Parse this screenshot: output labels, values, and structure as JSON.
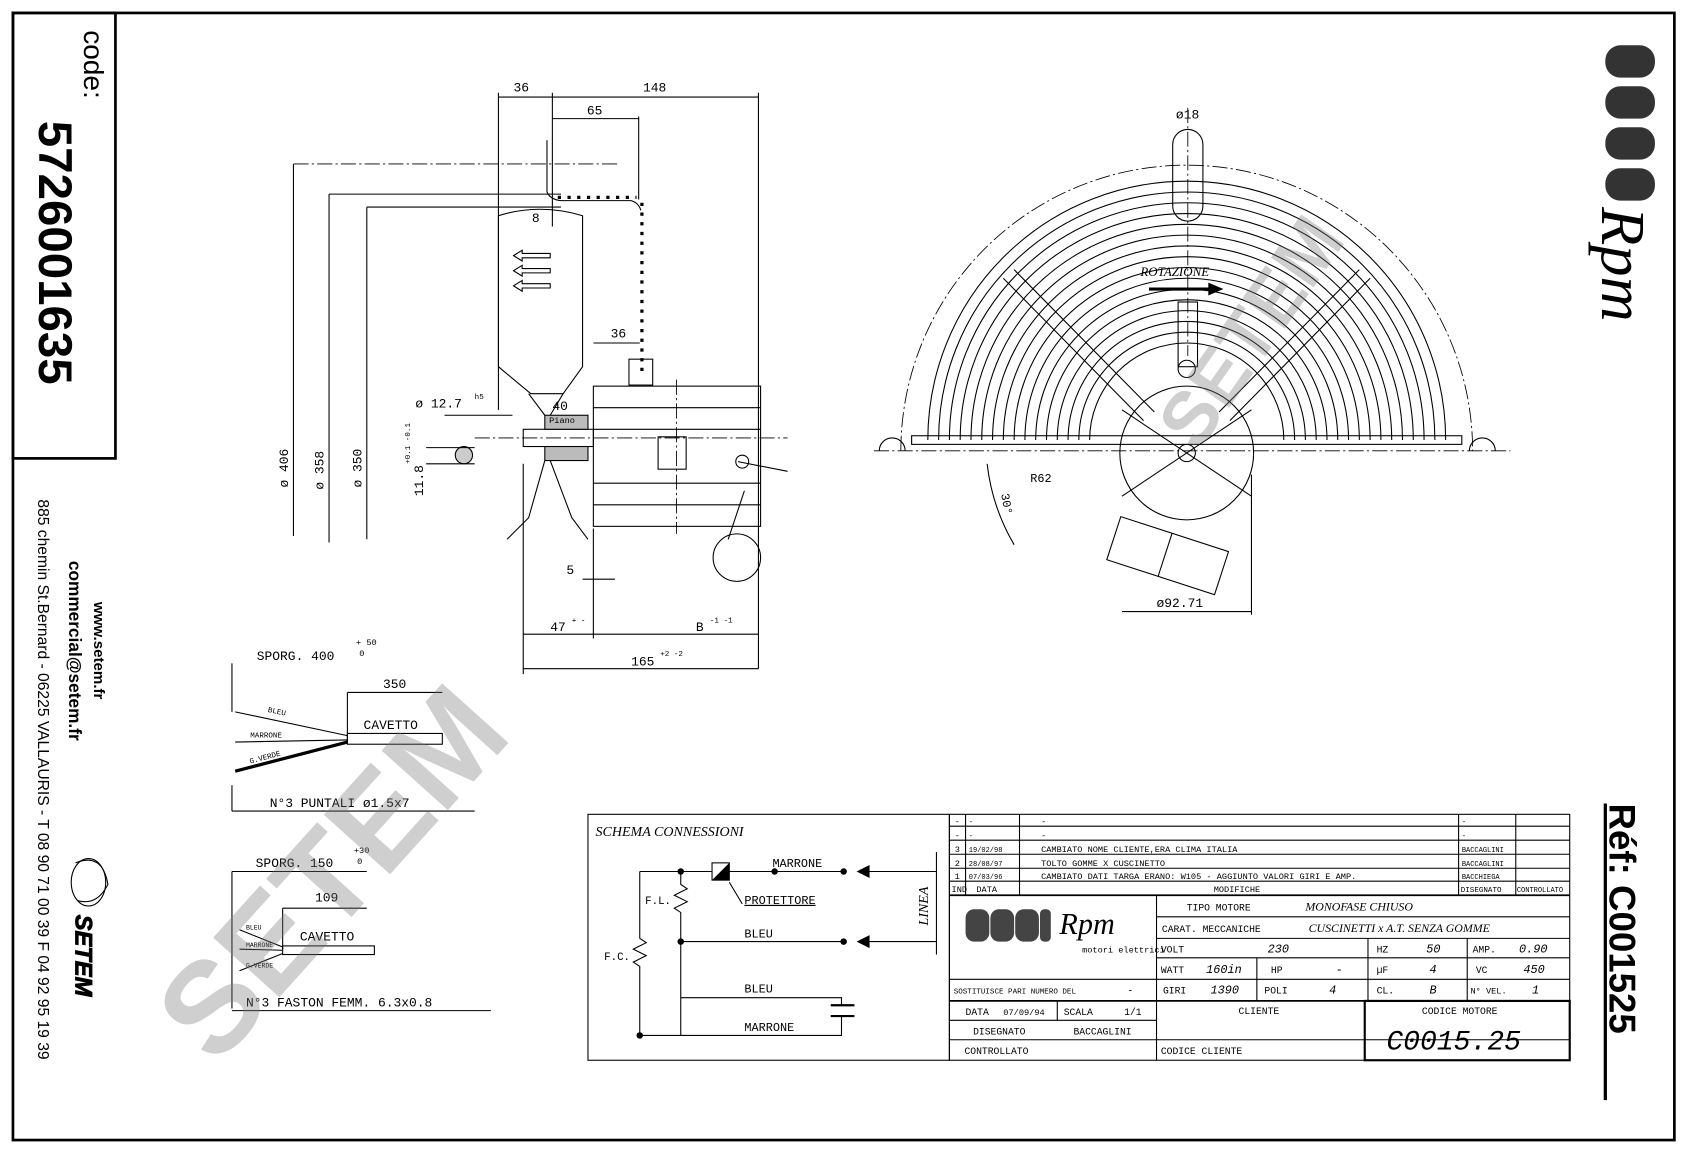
{
  "left_panel": {
    "code_label": "code:",
    "code_value": "5726001635",
    "website": "www.setem.fr",
    "email": "commercial@setem.fr",
    "address": "885 chemin St.Bernard - 06225 VALLAURIS - T 08 90 71 00 39  F 04 92 95 19 39",
    "logo_text": "SETEM"
  },
  "right_panel": {
    "logo_text": "Rpm",
    "ref": "Réf: C001525"
  },
  "watermark": "SETEM",
  "side_view": {
    "dims": [
      "36",
      "148",
      "65",
      "8",
      "36",
      "40",
      "Piano",
      "5",
      "47",
      "B",
      "165",
      "ø 406",
      "ø 358",
      "ø 350",
      "ø 12.7",
      "11.8"
    ],
    "tol_12_7": "h5",
    "tol_11_8": "+0.1 -0.1",
    "tol_47": "+ -",
    "tol_b": "-1 -1",
    "tol_165": "+2 -2"
  },
  "front_view": {
    "rotation_label": "ROTAZIONE",
    "dim_18": "ø18",
    "dim_r62": "R62",
    "dim_angle": "30°",
    "dim_diameter": "ø92.71"
  },
  "cable_1": {
    "sporg": "SPORG. 400",
    "tol_plus": "+ 50",
    "tol_minus": "0",
    "length": "350",
    "cavetto": "CAVETTO",
    "wires": [
      "BLEU",
      "MARRONE",
      "G.VERDE"
    ],
    "terminals": "N°3 PUNTALI ø1.5x7"
  },
  "cable_2": {
    "sporg": "SPORG. 150",
    "tol_plus": "+30",
    "tol_minus": "0",
    "length": "109",
    "cavetto": "CAVETTO",
    "wires": [
      "BLEU",
      "MARRONE",
      "G.VERDE"
    ],
    "terminals": "N°3 FASTON FEMM. 6.3x0.8"
  },
  "schema": {
    "title": "SCHEMA CONNESSIONI",
    "linea": "LINEA",
    "marrone_top": "MARRONE",
    "protettore": "PROTETTORE",
    "bleu_mid": "BLEU",
    "bleu_low": "BLEU",
    "marrone_bottom": "MARRONE",
    "fl": "F.L.",
    "fc": "F.C."
  },
  "title_block": {
    "revisions": [
      {
        "ind": "-",
        "data": "-",
        "desc": "-",
        "disegnato": "-",
        "controllato": ""
      },
      {
        "ind": "-",
        "data": "-",
        "desc": "-",
        "disegnato": "-",
        "controllato": ""
      },
      {
        "ind": "3",
        "data": "19/02/98",
        "desc": "CAMBIATO NOME CLIENTE,ERA CLIMA ITALIA",
        "disegnato": "BACCAGLINI",
        "controllato": ""
      },
      {
        "ind": "2",
        "data": "28/08/97",
        "desc": "TOLTO GOMME X CUSCINETTO",
        "disegnato": "BACCAGLINI",
        "controllato": ""
      },
      {
        "ind": "1",
        "data": "07/03/96",
        "desc": "CAMBIATO DATI TARGA ERANO: W105 - AGGIUNTO VALORI GIRI E AMP.",
        "disegnato": "BACCHIEGA",
        "controllato": ""
      }
    ],
    "headers": {
      "ind": "IND",
      "data": "DATA",
      "modifiche": "MODIFICHE",
      "disegnato": "DISEGNATO",
      "controllato": "CONTROLLATO"
    },
    "logo_text": "Rpm",
    "logo_sub": "motori elettrici",
    "tipo_label": "TIPO MOTORE",
    "tipo_value": "MONOFASE CHIUSO",
    "carat_label": "CARAT. MECCANICHE",
    "carat_value": "CUSCINETTI x A.T. SENZA GOMME",
    "volt_label": "VOLT",
    "volt": "230",
    "hz_label": "HZ",
    "hz": "50",
    "amp_label": "AMP.",
    "amp": "0.90",
    "watt_label": "WATT",
    "watt": "160in",
    "hp_label": "HP",
    "hp": "-",
    "uf_label": "µF",
    "uf": "4",
    "vc_label": "VC",
    "vc": "450",
    "giri_label": "GIRI",
    "giri": "1390",
    "poli_label": "POLI",
    "poli": "4",
    "cl_label": "CL.",
    "cl": "B",
    "nvel_label": "N° VEL.",
    "nvel": "1",
    "sostituisce": "SOSTITUISCE PARI NUMERO DEL",
    "sostituisce_value": "-",
    "data_label": "DATA",
    "data_value": "07/09/94",
    "scala_label": "SCALA",
    "scala_value": "1/1",
    "disegnato_label": "DISEGNATO",
    "disegnato_value": "BACCAGLINI",
    "controllato_label": "CONTROLLATO",
    "cliente_label": "CLIENTE",
    "codice_cliente_label": "CODICE CLIENTE",
    "codice_motore_label": "CODICE MOTORE",
    "codice_motore": "C0015.25"
  }
}
